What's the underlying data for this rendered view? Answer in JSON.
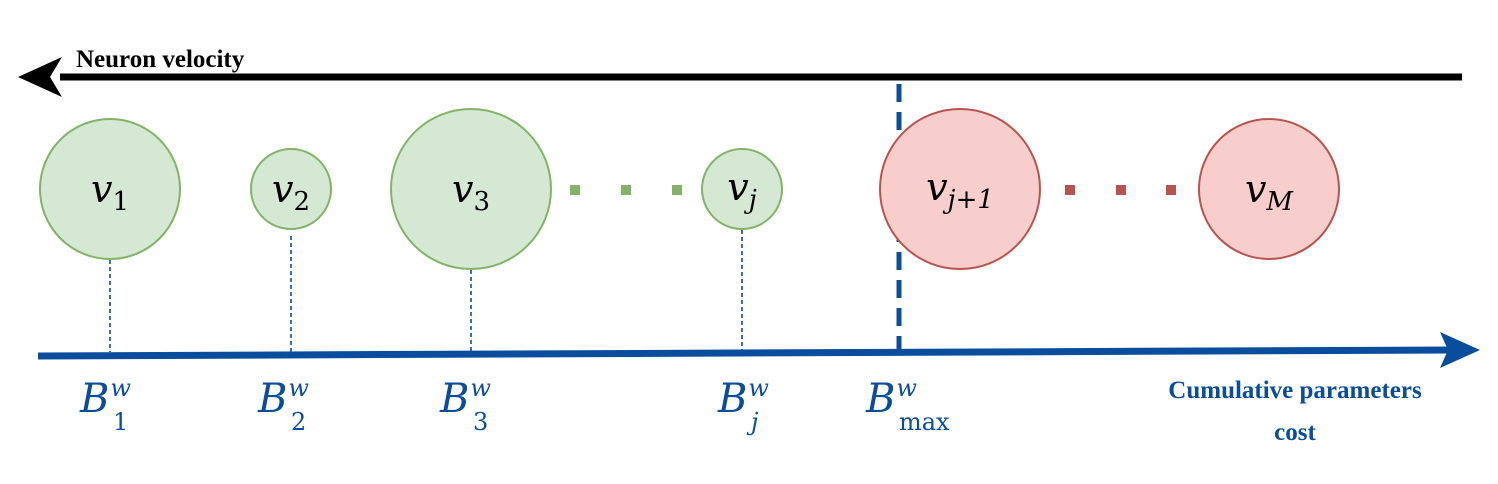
{
  "title_arrow": {
    "label": "Neuron velocity"
  },
  "axis": {
    "label_line1": "Cumulative parameters",
    "label_line2": "cost"
  },
  "neurons": [
    {
      "base": "v",
      "sub": "1",
      "status": "kept"
    },
    {
      "base": "v",
      "sub": "2",
      "status": "kept"
    },
    {
      "base": "v",
      "sub": "3",
      "status": "kept"
    },
    {
      "base": "v",
      "sub": "j",
      "status": "kept"
    },
    {
      "base": "v",
      "sub": "j+1",
      "status": "pruned"
    },
    {
      "base": "v",
      "sub": "M",
      "status": "pruned"
    }
  ],
  "budgets": [
    {
      "base": "B",
      "sup": "w",
      "sub": "1"
    },
    {
      "base": "B",
      "sup": "w",
      "sub": "2"
    },
    {
      "base": "B",
      "sup": "w",
      "sub": "3"
    },
    {
      "base": "B",
      "sup": "w",
      "sub": "j"
    },
    {
      "base": "B",
      "sup": "w",
      "sub": "max"
    }
  ],
  "colors": {
    "kept_fill": "#d5e8d4",
    "kept_stroke": "#82b366",
    "pruned_fill": "#f8cecc",
    "pruned_stroke": "#b85450",
    "axis_blue": "#0a4d9c",
    "black": "#000000"
  }
}
